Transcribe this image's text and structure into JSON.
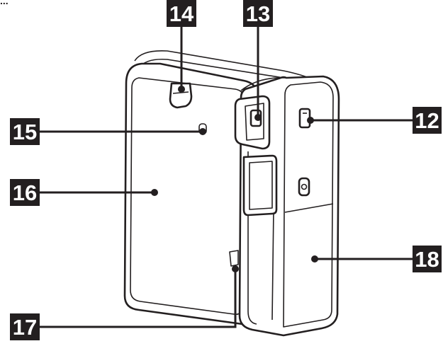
{
  "top_fragment": "...",
  "callouts": [
    {
      "id": "12",
      "label": "12"
    },
    {
      "id": "13",
      "label": "13"
    },
    {
      "id": "14",
      "label": "14"
    },
    {
      "id": "15",
      "label": "15"
    },
    {
      "id": "16",
      "label": "16"
    },
    {
      "id": "17",
      "label": "17"
    },
    {
      "id": "18",
      "label": "18"
    }
  ],
  "colors": {
    "ink": "#231f20",
    "paper": "#ffffff"
  }
}
